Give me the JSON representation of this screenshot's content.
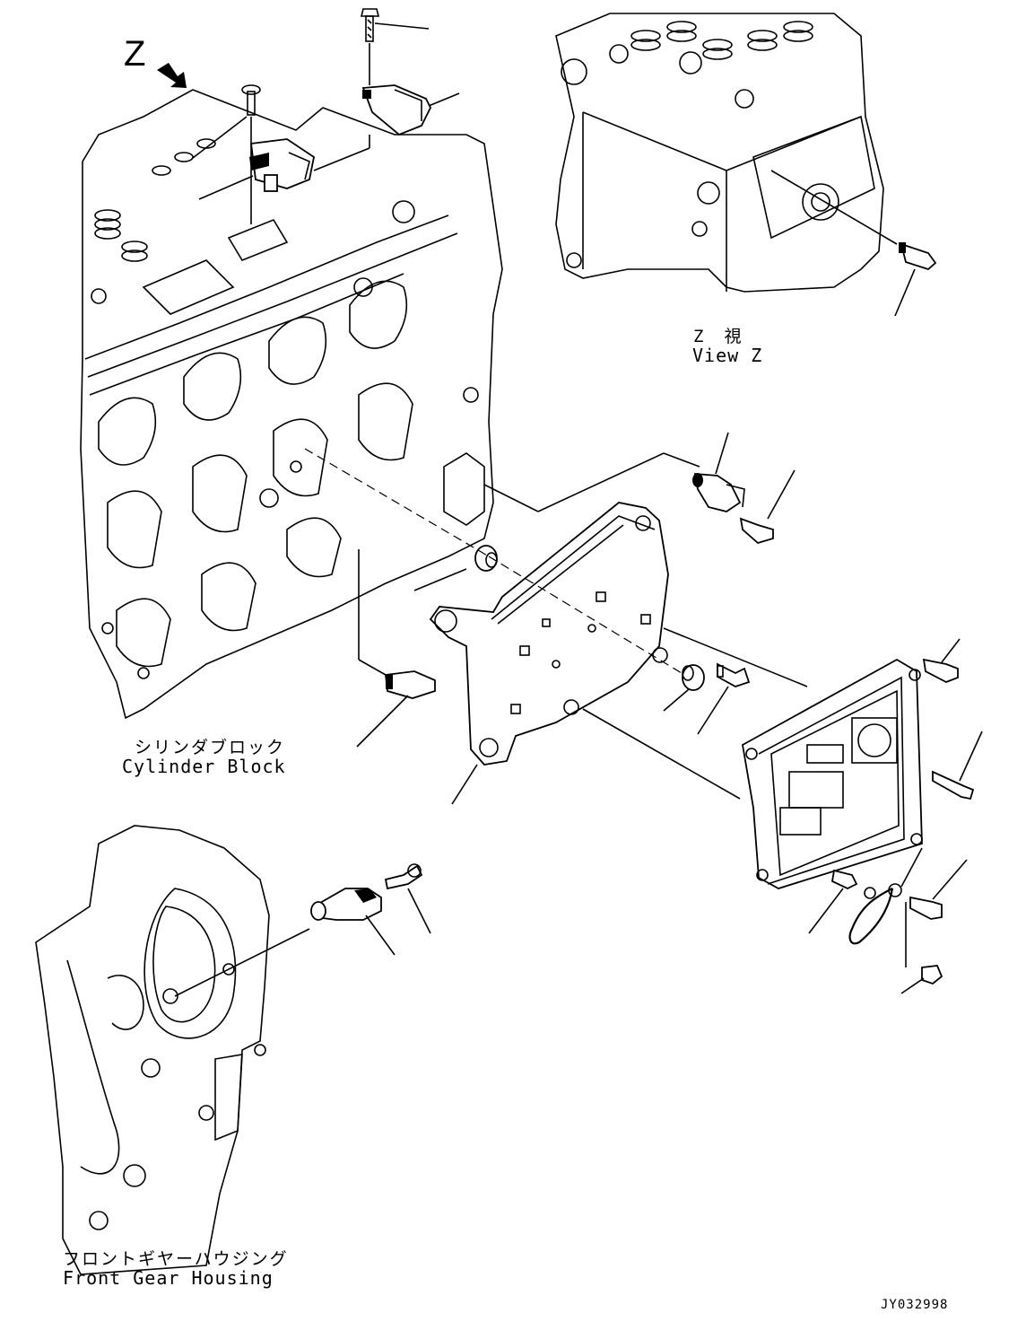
{
  "view_marker": "Z",
  "view_z": {
    "jp": "Z　視",
    "en": "View Z"
  },
  "cylinder_block": {
    "jp": "シリンダブロック",
    "en": "Cylinder Block"
  },
  "front_gear_housing": {
    "jp": "フロントギヤーハウジング",
    "en": "Front Gear Housing"
  },
  "drawing_code": "JY032998"
}
